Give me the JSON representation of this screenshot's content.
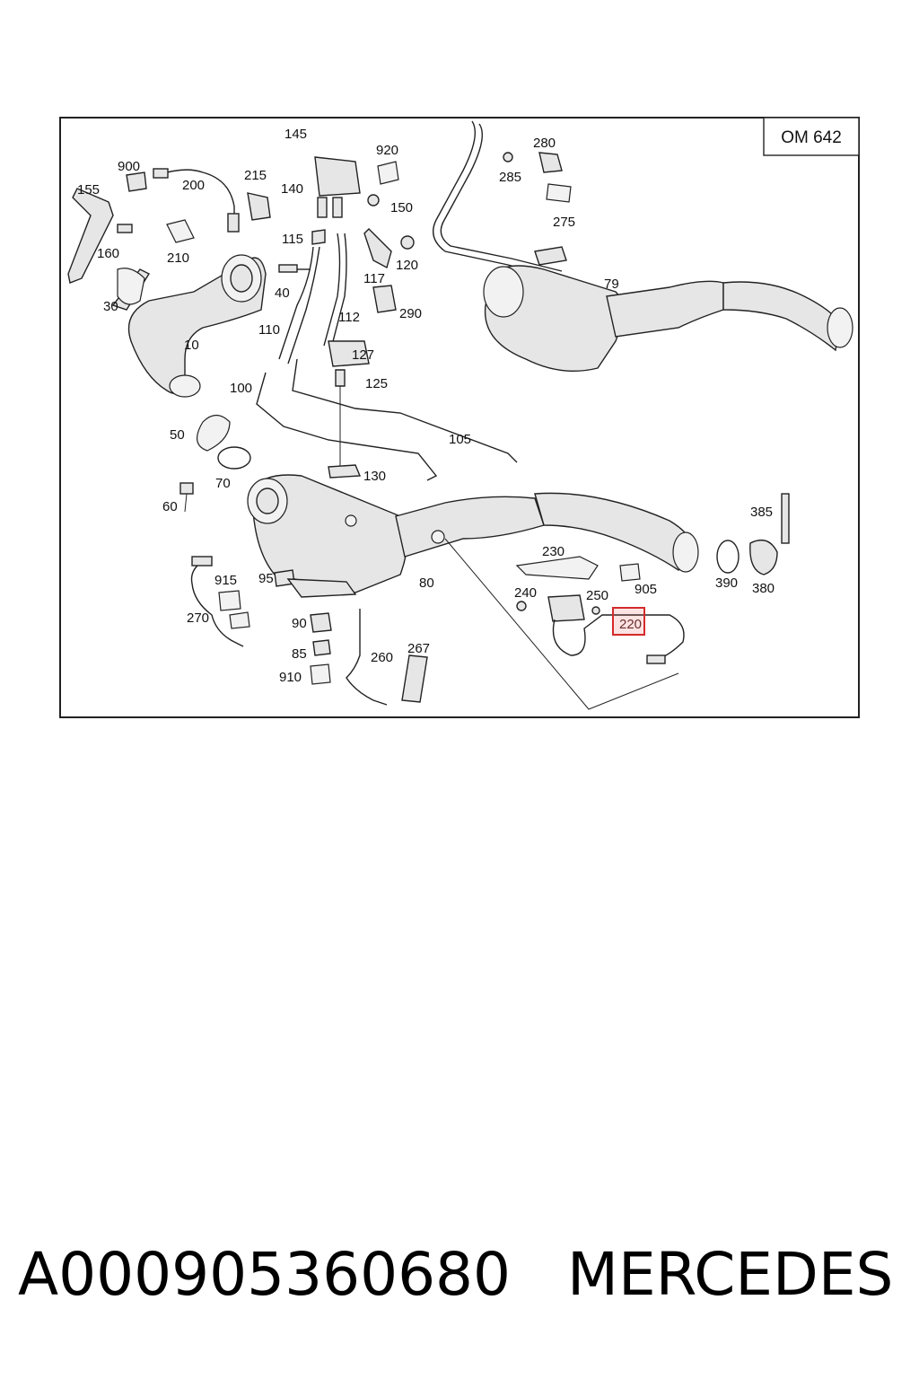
{
  "diagram": {
    "engine_code": "OM 642",
    "callouts": [
      "145",
      "920",
      "900",
      "200",
      "215",
      "155",
      "140",
      "150",
      "160",
      "210",
      "115",
      "117",
      "120",
      "280",
      "285",
      "275",
      "30",
      "40",
      "10",
      "110",
      "112",
      "290",
      "79",
      "127",
      "125",
      "100",
      "105",
      "50",
      "70",
      "130",
      "60",
      "385",
      "230",
      "915",
      "95",
      "80",
      "390",
      "380",
      "240",
      "250",
      "905",
      "270",
      "90",
      "220",
      "85",
      "260",
      "267",
      "910"
    ],
    "highlighted_callout": "220",
    "highlight_color": "#d42a2a"
  },
  "caption": {
    "part_number": "A000905360680",
    "brand": "MERCEDES"
  }
}
